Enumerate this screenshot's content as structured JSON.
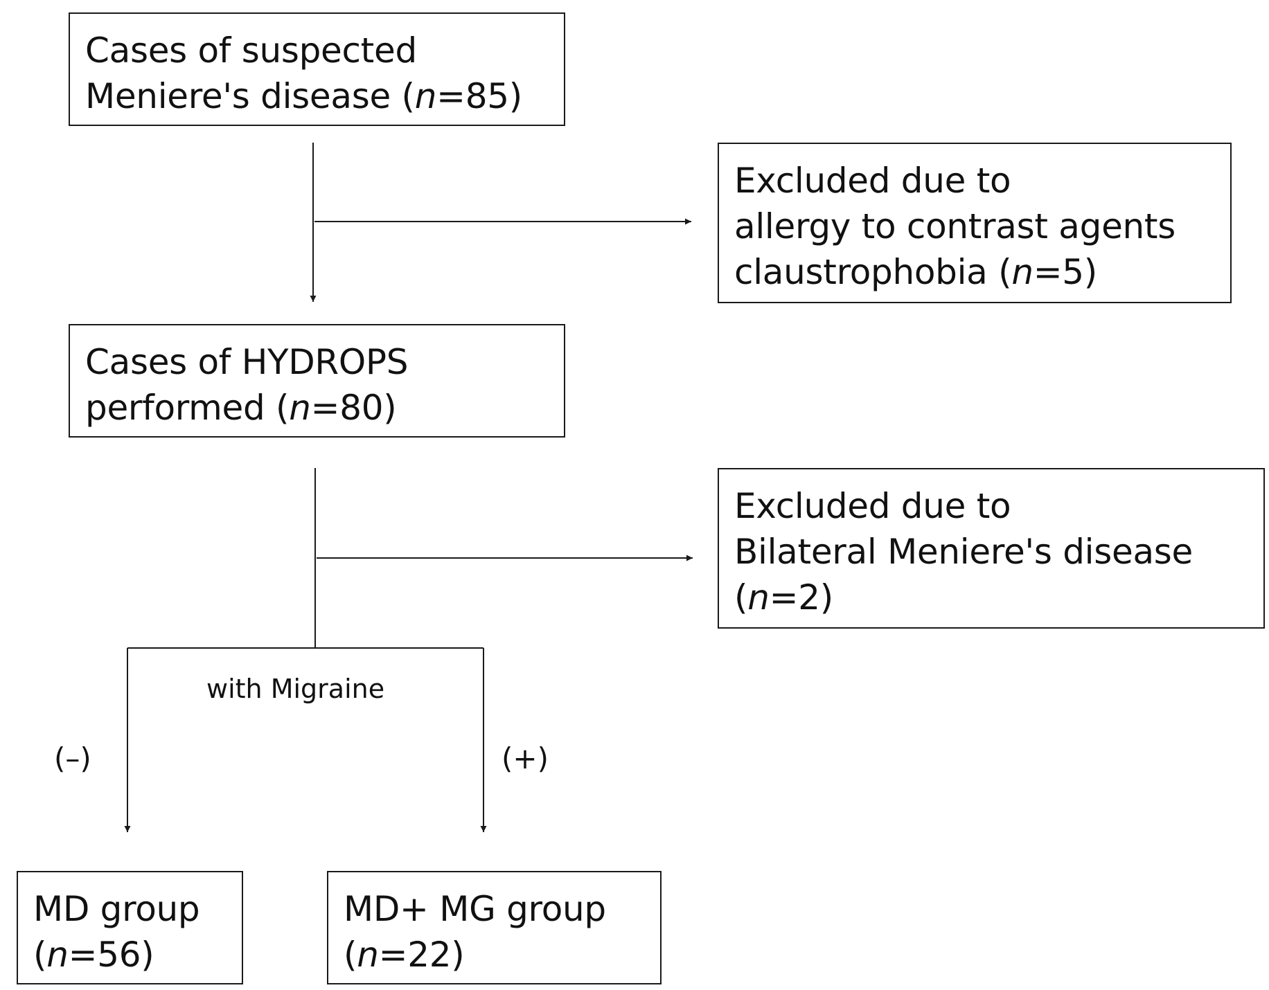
{
  "boxes": {
    "suspected": {
      "line1": "Cases of suspected",
      "line2_pre": "Meniere's disease (",
      "n_symbol": "n",
      "line2_post": "=85)"
    },
    "excluded_allergy": {
      "line1": "Excluded due to",
      "line2": "allergy to contrast agents",
      "line3_pre": "claustrophobia (",
      "n_symbol": "n",
      "line3_post": "=5)"
    },
    "hydrops": {
      "line1": "Cases of HYDROPS",
      "line2_pre": "performed (",
      "n_symbol": "n",
      "line2_post": "=80)"
    },
    "excluded_bilateral": {
      "line1": "Excluded due to",
      "line2": "Bilateral Meniere's disease",
      "line3_pre": "(",
      "n_symbol": "n",
      "line3_post": "=2)"
    },
    "md_group": {
      "line1": "MD group",
      "line2_pre": "(",
      "n_symbol": "n",
      "line2_post": "=56)"
    },
    "md_mg_group": {
      "line1": "MD+ MG group",
      "line2_pre": "(",
      "n_symbol": "n",
      "line2_post": "=22)"
    }
  },
  "labels": {
    "with_migraine": "with Migraine",
    "negative": "(–)",
    "positive": "(+)"
  }
}
